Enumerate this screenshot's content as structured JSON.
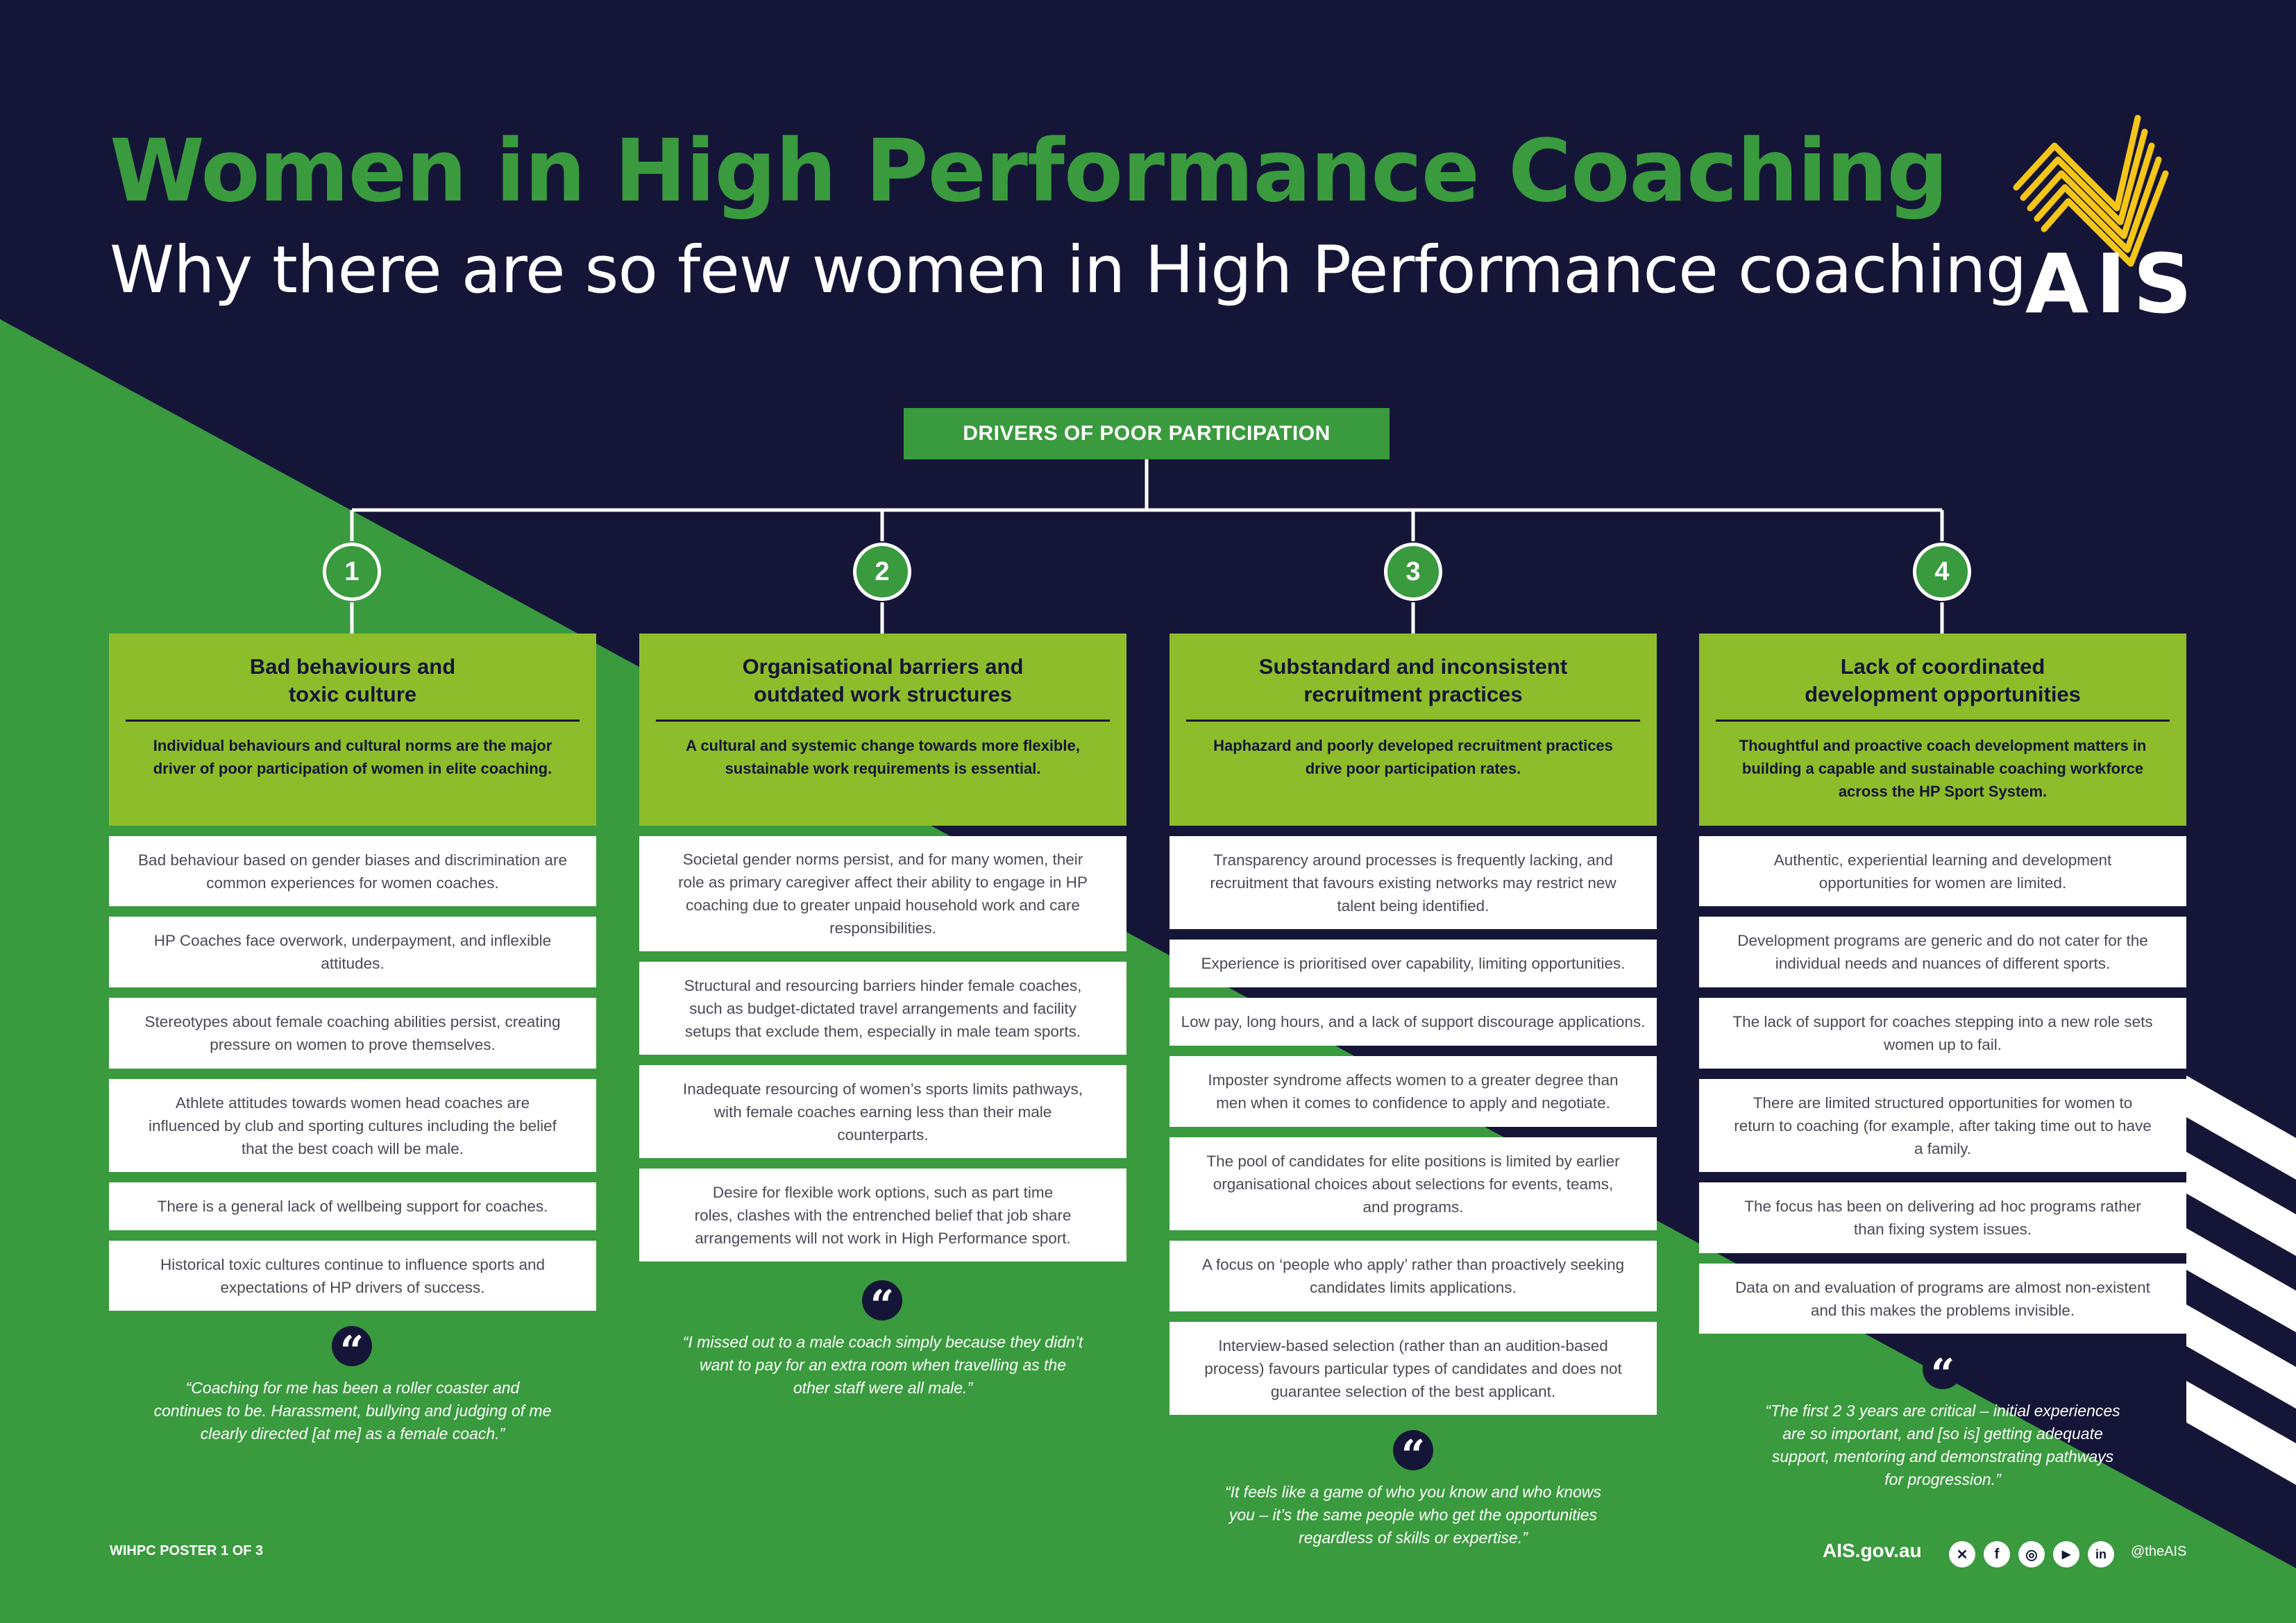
{
  "title": "Women in High Performance Coaching",
  "subtitle": "Why there are so few women in High Performance coaching",
  "logo_text": "AIS",
  "root_label": "DRIVERS OF POOR PARTICIPATION",
  "colors": {
    "navy": "#141537",
    "green": "#3a9a3e",
    "lime": "#8dbd2a",
    "yellow": "#f5c518",
    "white": "#ffffff"
  },
  "columns": [
    {
      "number": "1",
      "title_lines": [
        "Bad behaviours and",
        "toxic culture"
      ],
      "desc_lines": [
        "Individual behaviours and cultural norms are the major",
        "driver of poor participation of women in elite coaching."
      ],
      "items": [
        [
          "Bad behaviour based on gender biases and discrimination are",
          "common experiences for women coaches."
        ],
        [
          "HP Coaches face overwork, underpayment, and inflexible",
          "attitudes."
        ],
        [
          "Stereotypes about female coaching abilities persist, creating",
          "pressure on women to prove themselves."
        ],
        [
          "Athlete attitudes towards women head coaches are",
          "influenced by club and sporting cultures including the belief",
          "that the best coach will be male."
        ],
        [
          "There is a general lack of wellbeing support for coaches."
        ],
        [
          "Historical toxic cultures continue to influence sports and",
          "expectations of HP drivers of success."
        ]
      ],
      "quote_lines": [
        "“Coaching for me has been a roller coaster and",
        "continues to be. Harassment, bullying and judging of me",
        "clearly directed [at me] as a female coach.”"
      ]
    },
    {
      "number": "2",
      "title_lines": [
        "Organisational barriers and",
        "outdated work structures"
      ],
      "desc_lines": [
        "A cultural and systemic change towards more flexible,",
        "sustainable work requirements is essential."
      ],
      "items": [
        [
          "Societal gender norms persist, and for many women, their",
          "role as primary caregiver affect their ability to engage in HP",
          "coaching due to greater unpaid household work and care",
          "responsibilities."
        ],
        [
          "Structural and resourcing barriers hinder female coaches,",
          "such as budget-dictated travel arrangements and facility",
          "setups that exclude them, especially in male team sports."
        ],
        [
          "Inadequate resourcing of women’s sports limits pathways,",
          "with female coaches earning less than their male",
          "counterparts."
        ],
        [
          "Desire for flexible work options, such as part time",
          "roles, clashes with the entrenched belief that job share",
          "arrangements will not work in High Performance sport."
        ]
      ],
      "quote_lines": [
        "“I missed out to a male coach simply because they didn’t",
        "want to  pay for an extra room when travelling as the",
        "other staff were all male.”"
      ]
    },
    {
      "number": "3",
      "title_lines": [
        "Substandard and inconsistent",
        "recruitment practices"
      ],
      "desc_lines": [
        "Haphazard and poorly developed recruitment practices",
        "drive poor participation rates."
      ],
      "items": [
        [
          "Transparency around processes is frequently lacking, and",
          "recruitment that favours existing networks may restrict new",
          "talent being identified."
        ],
        [
          "Experience is prioritised over capability, limiting opportunities."
        ],
        [
          "Low pay, long hours, and a lack of support discourage applications."
        ],
        [
          "Imposter syndrome affects women to a greater degree than",
          "men when it comes to confidence to apply and negotiate."
        ],
        [
          "The pool of candidates for elite positions is limited by earlier",
          "organisational choices about selections for events, teams,",
          "and programs."
        ],
        [
          "A focus on ‘people who apply’ rather than proactively seeking",
          "candidates limits applications."
        ],
        [
          "Interview-based selection (rather than an audition-based",
          "process) favours particular types of candidates and does not",
          "guarantee selection of the best applicant."
        ]
      ],
      "quote_lines": [
        "“It feels like a game of who you know and who knows",
        "you – it’s the same people who get the opportunities",
        "regardless of skills or expertise.”"
      ]
    },
    {
      "number": "4",
      "title_lines": [
        "Lack of coordinated",
        "development opportunities"
      ],
      "desc_lines": [
        "Thoughtful and proactive coach development matters in",
        "building a capable and sustainable coaching workforce",
        "across the HP Sport System."
      ],
      "items": [
        [
          "Authentic, experiential learning and development",
          "opportunities for women are limited."
        ],
        [
          "Development programs are generic and do not cater for the",
          "individual needs and nuances of different sports."
        ],
        [
          "The lack of support for coaches stepping into a new role sets",
          "women up to fail."
        ],
        [
          "There are limited structured opportunities for women to",
          "return to coaching (for example, after taking time out to have",
          "a family."
        ],
        [
          "The focus has been on delivering ad hoc programs rather",
          "than fixing system issues."
        ],
        [
          "Data on and evaluation of programs are almost non-existent",
          "and this makes the problems invisible."
        ]
      ],
      "quote_lines": [
        "“The first 2  3 years are critical – initial experiences",
        "are so important, and [so is] getting adequate",
        "support, mentoring and demonstrating pathways",
        "for progression.”"
      ]
    }
  ],
  "footer": {
    "poster_label": "WIHPC POSTER 1 OF 3",
    "url": "AIS.gov.au",
    "social_icons": [
      "x-icon",
      "facebook-icon",
      "instagram-icon",
      "youtube-icon",
      "linkedin-icon"
    ],
    "social_glyphs": [
      "✕",
      "f",
      "◎",
      "▶",
      "in"
    ],
    "handle": "@theAIS"
  }
}
